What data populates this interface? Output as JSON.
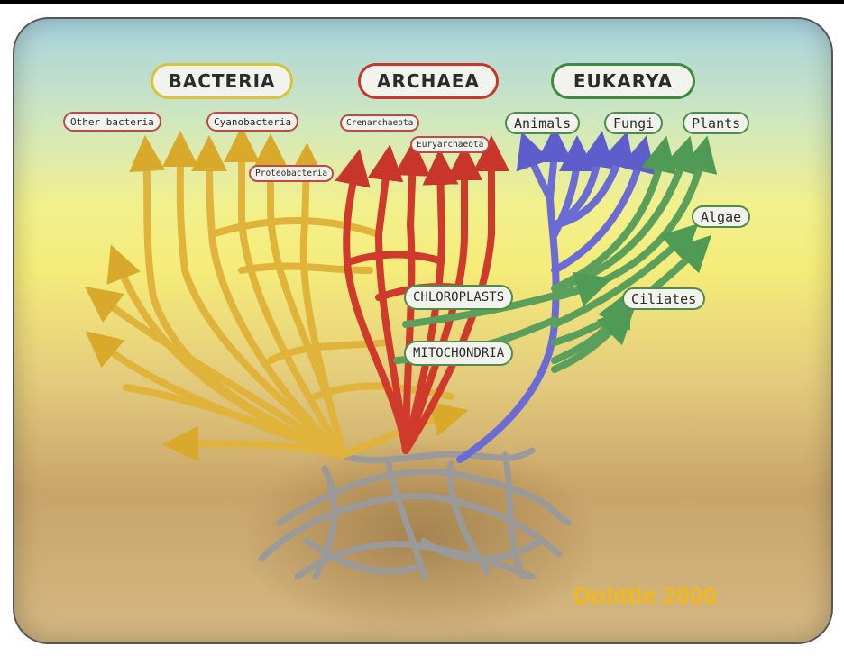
{
  "domains": {
    "bacteria": "BACTERIA",
    "archaea": "ARCHAEA",
    "eukarya": "EUKARYA"
  },
  "groups": {
    "other_bacteria": "Other bacteria",
    "cyanobacteria": "Cyanobacteria",
    "proteobacteria": "Proteobacteria",
    "crenarchaeota": "Crenarchaeota",
    "euryarchaeota": "Euryarchaeota",
    "animals": "Animals",
    "fungi": "Fungi",
    "plants": "Plants",
    "algae": "Algae",
    "ciliates": "Ciliates"
  },
  "organelles": {
    "chloroplasts": "CHLOROPLASTS",
    "mitochondria": "MITOCHONDRIA"
  },
  "credit": "Dolittle 2000",
  "colors": {
    "bacteria": "#e8c23a",
    "archaea": "#d9342b",
    "eukarya": "#6f6fd8",
    "plants": "#5aa65a",
    "roots": "#9a9a9a",
    "credit": "#f2b81c"
  }
}
